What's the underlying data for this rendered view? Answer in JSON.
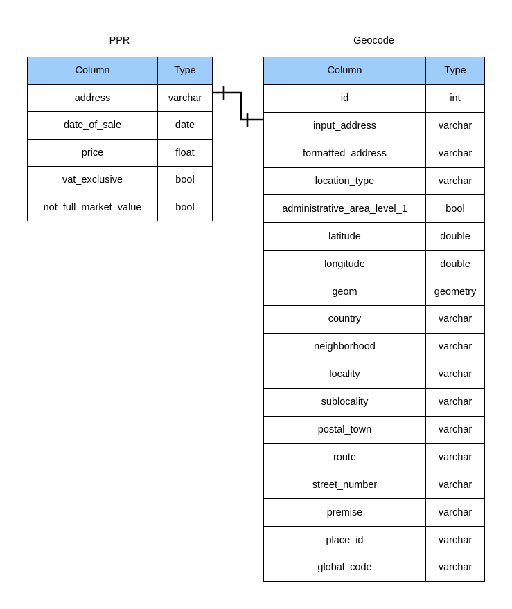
{
  "diagram": {
    "type": "entity-relationship-diagram",
    "background_color": "#ffffff",
    "header_fill_color": "#9fcdfa",
    "border_color": "#000000",
    "text_color": "#000000"
  },
  "entities": [
    {
      "id": "ppr",
      "title": "PPR",
      "headers": {
        "column": "Column",
        "type": "Type"
      },
      "rows": [
        {
          "column": "address",
          "type": "varchar"
        },
        {
          "column": "date_of_sale",
          "type": "date"
        },
        {
          "column": "price",
          "type": "float"
        },
        {
          "column": "vat_exclusive",
          "type": "bool"
        },
        {
          "column": "not_full_market_value",
          "type": "bool"
        }
      ]
    },
    {
      "id": "geocode",
      "title": "Geocode",
      "headers": {
        "column": "Column",
        "type": "Type"
      },
      "rows": [
        {
          "column": "id",
          "type": "int"
        },
        {
          "column": "input_address",
          "type": "varchar"
        },
        {
          "column": "formatted_address",
          "type": "varchar"
        },
        {
          "column": "location_type",
          "type": "varchar"
        },
        {
          "column": "administrative_area_level_1",
          "type": "bool"
        },
        {
          "column": "latitude",
          "type": "double"
        },
        {
          "column": "longitude",
          "type": "double"
        },
        {
          "column": "geom",
          "type": "geometry"
        },
        {
          "column": "country",
          "type": "varchar"
        },
        {
          "column": "neighborhood",
          "type": "varchar"
        },
        {
          "column": "locality",
          "type": "varchar"
        },
        {
          "column": "sublocality",
          "type": "varchar"
        },
        {
          "column": "postal_town",
          "type": "varchar"
        },
        {
          "column": "route",
          "type": "varchar"
        },
        {
          "column": "street_number",
          "type": "varchar"
        },
        {
          "column": "premise",
          "type": "varchar"
        },
        {
          "column": "place_id",
          "type": "varchar"
        },
        {
          "column": "global_code",
          "type": "varchar"
        }
      ]
    }
  ],
  "relationships": [
    {
      "id": "ppr-address-to-geocode-input-address",
      "from_entity": "PPR",
      "from_field": "address",
      "to_entity": "Geocode",
      "to_field": "input_address",
      "notation": "one-to-one",
      "style": "orthogonal-step",
      "from_marker": "one-tick",
      "to_marker": "one-tick"
    }
  ]
}
